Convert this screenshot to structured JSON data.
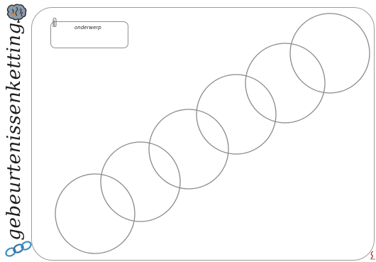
{
  "worksheet": {
    "side_title": "gebeurtenissenketting",
    "subject_label": "onderwerp",
    "chain_links_count": 6,
    "colors": {
      "frame_border": "#9c9c9c",
      "circle_stroke": "#8a8a8a",
      "chain_icon": "#3a8fc2"
    },
    "icons": [
      "brain-icon",
      "paperclip-icon",
      "chain-icon"
    ]
  }
}
